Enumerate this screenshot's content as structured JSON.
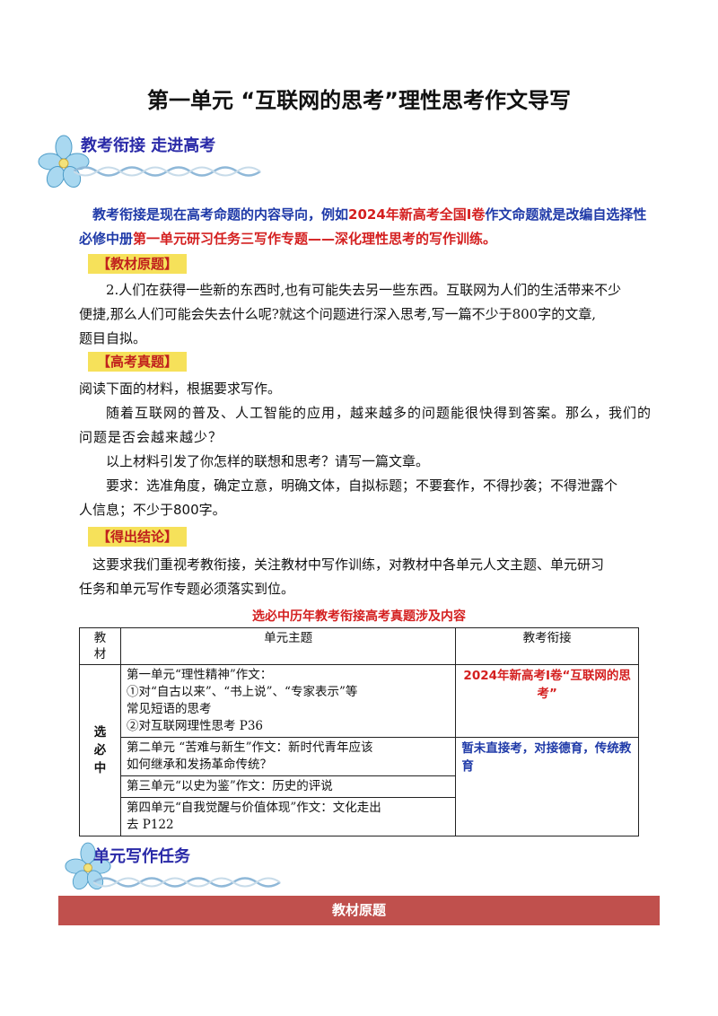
{
  "doc_title": "第一单元  “互联网的思考”理性思考作文导写",
  "section1": {
    "heading": "教考衔接  走进高考"
  },
  "intro": {
    "p1": "教考衔接是现在高考命题的内容导向，例如",
    "p2": "2024年新高考全国Ⅰ卷",
    "p3": "作文命题就是改编自选择性必修中册",
    "p4": "第一单元研习任务三写作专题——深化理性思考的写作训练。"
  },
  "tag_textbook": "【教材原题】",
  "textbook_q": {
    "line1": "2.人们在获得一些新的东西时,也有可能失去另一些东西。互联网为人们的生活带来不少",
    "line2": "便捷,那么人们可能会失去什么呢?就这个问题进行深入思考,写一篇不少于800字的文章,",
    "line3": "题目自拟。"
  },
  "tag_exam": "【高考真题】",
  "exam": {
    "l1": "阅读下面的材料，根据要求写作。",
    "l2": "随着互联网的普及、人工智能的应用，越来越多的问题能很快得到答案。那么，我们的",
    "l3": "问题是否会越来越少？",
    "l4": "以上材料引发了你怎样的联想和思考？请写一篇文章。",
    "l5": "要求：选准角度，确定立意，明确文体，自拟标题；不要套作，不得抄袭；不得泄露个",
    "l6": "人信息；不少于800字。"
  },
  "tag_conclusion": "【得出结论】",
  "conclusion": {
    "l1": "这要求我们重视考教衔接，关注教材中写作训练，对教材中各单元人文主题、单元研习",
    "l2": "任务和单元写作专题必须落实到位。"
  },
  "table_title": "选必中历年教考衔接高考真题涉及内容",
  "table": {
    "h_book_1": "教",
    "h_book_2": "材",
    "h_theme": "单元主题",
    "h_link": "教考衔接",
    "book_1": "选",
    "book_2": "必",
    "book_3": "中",
    "u1_l1": "第一单元“理性精神”作文：",
    "u1_l2": "①对“自古以来”、“书上说”、“专家表示”等",
    "u1_l3": "常见短语的思考",
    "u1_l4": "②对互联网理性思考 P36",
    "u1_link": "2024年新高考Ⅰ卷“互联网的思考”",
    "u2_l1": "第二单元  “苦难与新生”作文：新时代青年应该",
    "u2_l2": "如何继承和发扬革命传统？",
    "u2_link": "暂未直接考，对接德育，传统教育",
    "u3": "第三单元“以史为鉴”作文：历史的评说",
    "u4_l1": "第四单元“自我觉醒与价值体现”作文：文化走出",
    "u4_l2": "去 P122"
  },
  "section2": {
    "heading": "单元写作任务"
  },
  "banner": "教材原题",
  "colors": {
    "heading_blue": "#2a2aa8",
    "accent_red": "#d42020",
    "tag_bg": "#f6e15a",
    "banner_bg": "#c0504d"
  }
}
